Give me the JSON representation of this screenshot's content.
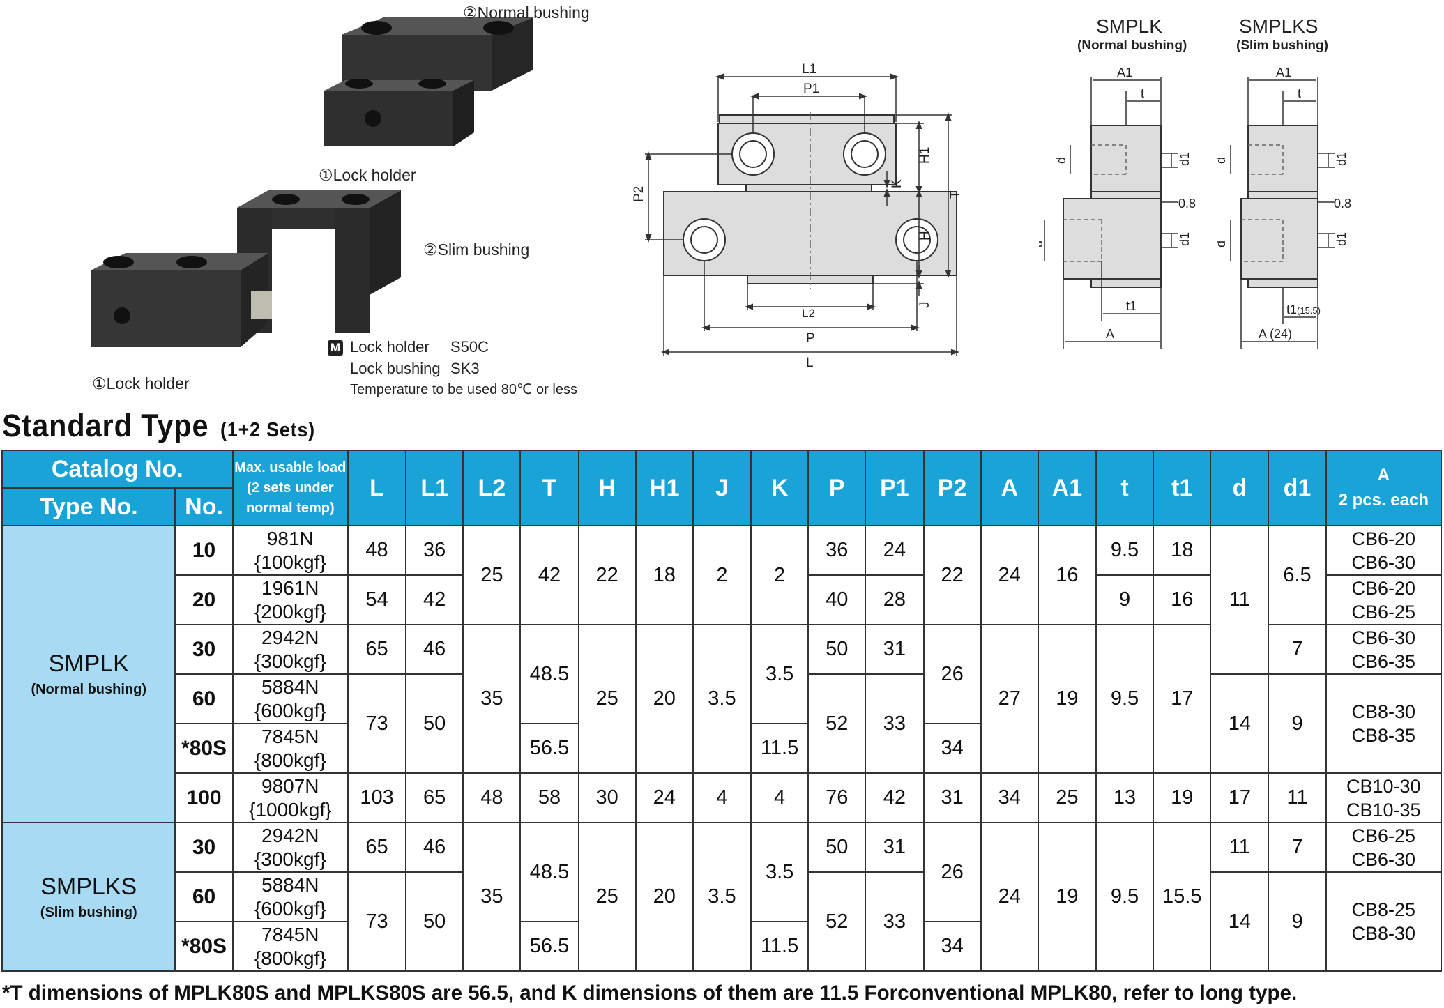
{
  "photos": {
    "normal_bushing_label": "②Normal bushing",
    "lock_holder_label_1": "①Lock holder",
    "slim_bushing_label": "②Slim bushing",
    "lock_holder_label_2": "①Lock holder"
  },
  "materials": {
    "badge": "M",
    "rows": [
      {
        "part": "Lock holder",
        "material": "S50C"
      },
      {
        "part": "Lock bushing",
        "material": "SK3"
      }
    ],
    "temperature_note": "Temperature to be used 80℃ or less"
  },
  "drawing": {
    "smplk_title": "SMPLK",
    "smplk_sub": "(Normal bushing)",
    "smplks_title": "SMPLKS",
    "smplks_sub": "(Slim bushing)",
    "dims": {
      "L1": "L1",
      "P1": "P1",
      "P2": "P2",
      "K": "K",
      "H1": "H1",
      "H": "H",
      "T": "T",
      "J": "J",
      "L2": "L2",
      "P": "P",
      "L": "L",
      "A1": "A1",
      "t": "t",
      "d": "d",
      "d1": "d1",
      "gap": "0.8",
      "t1": "t1",
      "A": "A",
      "t1_slim": "t1",
      "t1_slim_val": "(15.5)",
      "A_slim": "A (24)"
    }
  },
  "section": {
    "title": "Standard Type",
    "subtitle": "(1+2 Sets)"
  },
  "table": {
    "headers": {
      "catalog": "Catalog No.",
      "type": "Type No.",
      "no": "No.",
      "load": [
        "Max. usable load",
        "(2 sets under",
        "normal temp)"
      ],
      "L": "L",
      "L1": "L1",
      "L2": "L2",
      "T": "T",
      "H": "H",
      "H1": "H1",
      "J": "J",
      "K": "K",
      "P": "P",
      "P1": "P1",
      "P2": "P2",
      "A": "A",
      "A1": "A1",
      "t": "t",
      "t1": "t1",
      "d": "d",
      "d1": "d1",
      "bolt": [
        "A",
        "2 pcs. each"
      ]
    },
    "groups": [
      {
        "type": "SMPLK",
        "desc": "(Normal bushing)"
      },
      {
        "type": "SMPLKS",
        "desc": "(Slim bushing)"
      }
    ],
    "rows": [
      {
        "no": "10",
        "load": [
          "981N",
          "{100kgf}"
        ],
        "bolt": [
          "CB6-20",
          "CB6-30"
        ]
      },
      {
        "no": "20",
        "load": [
          "1961N",
          "{200kgf}"
        ],
        "bolt": [
          "CB6-20",
          "CB6-25"
        ]
      },
      {
        "no": "30",
        "load": [
          "2942N",
          "{300kgf}"
        ],
        "bolt": [
          "CB6-30",
          "CB6-35"
        ]
      },
      {
        "no": "60",
        "load": [
          "5884N",
          "{600kgf}"
        ]
      },
      {
        "no": "*80S",
        "load": [
          "7845N",
          "{800kgf}"
        ]
      },
      {
        "no": "100",
        "load": [
          "9807N",
          "{1000kgf}"
        ],
        "bolt": [
          "CB10-30",
          "CB10-35"
        ]
      },
      {
        "no": "30",
        "load": [
          "2942N",
          "{300kgf}"
        ],
        "bolt": [
          "CB6-25",
          "CB6-30"
        ]
      },
      {
        "no": "60",
        "load": [
          "5884N",
          "{600kgf}"
        ]
      },
      {
        "no": "*80S",
        "load": [
          "7845N",
          "{800kgf}"
        ]
      }
    ],
    "cells": {
      "r1": {
        "L": "48",
        "L1": "36",
        "P": "36",
        "P1": "24",
        "t": "9.5",
        "t1": "18"
      },
      "r2": {
        "L": "54",
        "L1": "42",
        "P": "40",
        "P1": "28",
        "t": "9",
        "t1": "16"
      },
      "r12": {
        "L2": "25",
        "T": "42",
        "H": "22",
        "H1": "18",
        "J": "2",
        "K": "2",
        "P2": "22",
        "A": "24",
        "A1": "16",
        "d1": "6.5"
      },
      "r1to3": {
        "d": "11"
      },
      "r3": {
        "L": "65",
        "L1": "46",
        "P": "50",
        "P1": "31",
        "d1": "7"
      },
      "r3to5": {
        "L2": "35",
        "H": "25",
        "H1": "20",
        "J": "3.5",
        "A": "27",
        "A1": "19",
        "t": "9.5",
        "t1": "17"
      },
      "r34": {
        "T": "48.5",
        "K": "3.5",
        "P2": "26"
      },
      "r45": {
        "L": "73",
        "L1": "50",
        "P": "52",
        "P1": "33",
        "d": "14",
        "d1": "9",
        "bolt": [
          "CB8-30",
          "CB8-35"
        ]
      },
      "r5": {
        "T": "56.5",
        "K": "11.5",
        "P2": "34"
      },
      "r6": {
        "L": "103",
        "L1": "65",
        "L2": "48",
        "T": "58",
        "H": "30",
        "H1": "24",
        "J": "4",
        "K": "4",
        "P": "76",
        "P1": "42",
        "P2": "31",
        "A": "34",
        "A1": "25",
        "t": "13",
        "t1": "19",
        "d": "17",
        "d1": "11"
      },
      "r7": {
        "L": "65",
        "L1": "46",
        "P": "50",
        "P1": "31",
        "d": "11",
        "d1": "7"
      },
      "r7to9": {
        "L2": "35",
        "H": "25",
        "H1": "20",
        "J": "3.5",
        "A": "24",
        "A1": "19",
        "t": "9.5",
        "t1": "15.5"
      },
      "r78": {
        "T": "48.5",
        "K": "3.5",
        "P2": "26"
      },
      "r89": {
        "L": "73",
        "L1": "50",
        "P": "52",
        "P1": "33",
        "d": "14",
        "d1": "9",
        "bolt": [
          "CB8-25",
          "CB8-30"
        ]
      },
      "r9": {
        "T": "56.5",
        "K": "11.5",
        "P2": "34"
      }
    }
  },
  "footnote": "*T dimensions of MPLK80S and MPLKS80S are 56.5, and K dimensions of them are 11.5 Forconventional MPLK80, refer to long type.",
  "colors": {
    "header_blue": "#19a3d6",
    "type_cell_blue": "#a8dbf3"
  }
}
